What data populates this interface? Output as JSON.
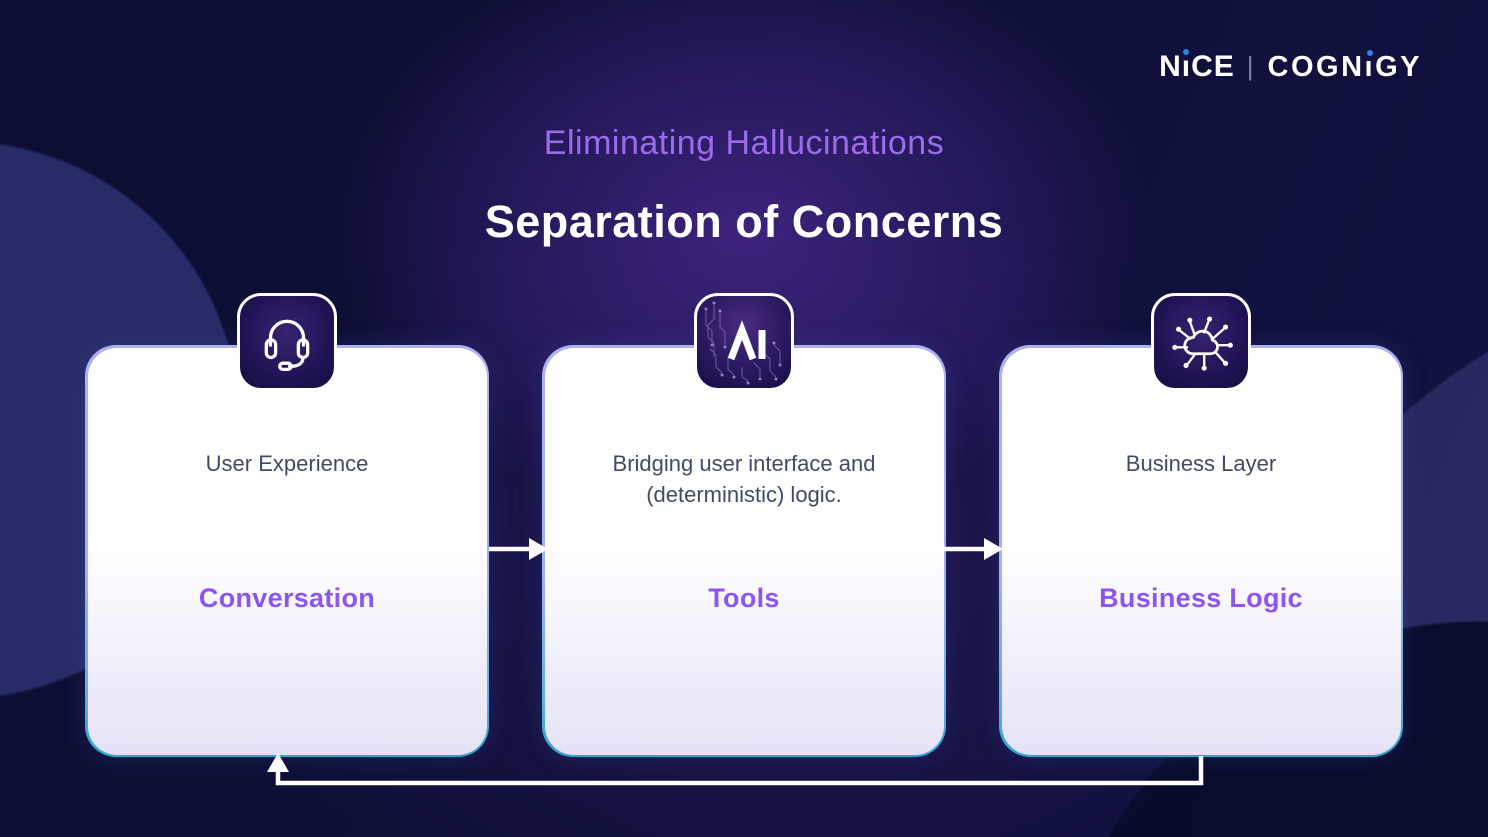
{
  "logo": {
    "nice_pre": "N",
    "nice_i": "ı",
    "nice_post": "CE",
    "divider": "|",
    "cognigy_pre": "COGN",
    "cognigy_i": "ı",
    "cognigy_post": "GY",
    "dot_color": "#2E83E8"
  },
  "header": {
    "subtitle": "Eliminating Hallucinations",
    "title": "Separation of Concerns"
  },
  "cards": [
    {
      "icon": "headset-icon",
      "description": "User Experience",
      "label": "Conversation"
    },
    {
      "icon": "ai-chip-icon",
      "description": "Bridging user interface and (deterministic) logic.",
      "label": "Tools"
    },
    {
      "icon": "cloud-network-icon",
      "description": "Business Layer",
      "label": "Business Logic"
    }
  ],
  "colors": {
    "background_navy": "#0D1038",
    "glow_purple": "#5E30AC",
    "subtitle_purple": "#9A6CEB",
    "label_purple": "#8B55F0",
    "card_text": "#454A63",
    "card_border_top": "#ACB2F1",
    "card_border_bottom": "#2EA5CE",
    "arrow_white": "#FFFFFF",
    "logo_dot_blue": "#2E83E8"
  }
}
